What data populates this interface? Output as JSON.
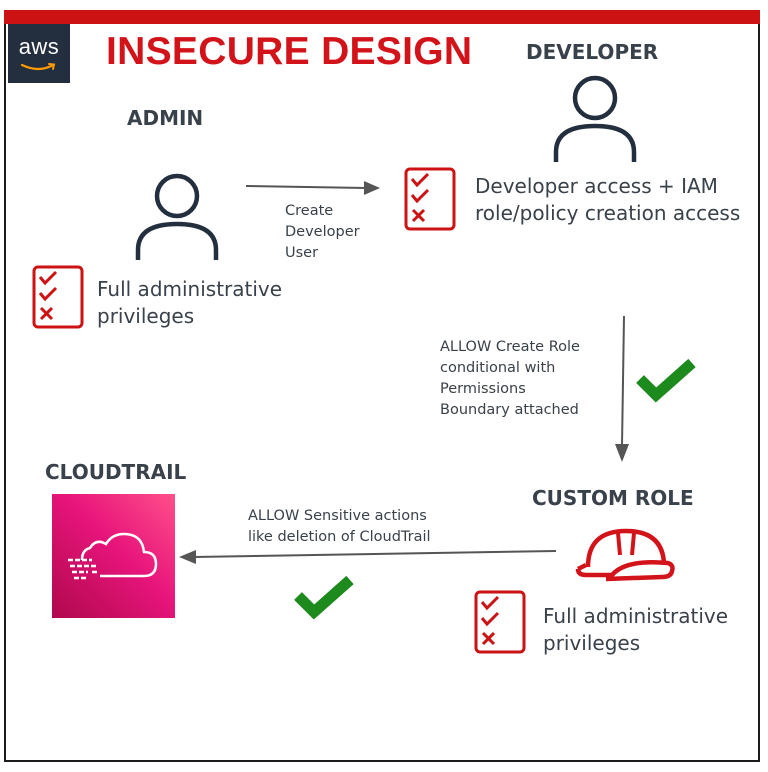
{
  "title": "INSECURE DESIGN",
  "logo": {
    "text": "aws"
  },
  "admin": {
    "heading": "ADMIN",
    "privileges": [
      "Full administrative",
      "privileges"
    ]
  },
  "developer": {
    "heading": "DEVELOPER",
    "access": [
      "Developer access + IAM",
      "role/policy creation access"
    ]
  },
  "create_user_label": [
    "Create",
    "Developer",
    "User"
  ],
  "create_role_label": [
    "ALLOW Create Role",
    "conditional with",
    "Permissions",
    "Boundary attached"
  ],
  "custom_role": {
    "heading": "CUSTOM ROLE",
    "privileges": [
      "Full administrative",
      "privileges"
    ]
  },
  "sensitive_actions_label": [
    "ALLOW Sensitive actions",
    "like deletion of CloudTrail"
  ],
  "cloudtrail": {
    "heading": "CLOUDTRAIL"
  },
  "colors": {
    "accent_red": "#d3131a",
    "check_green": "#1d8a1d",
    "text_dark": "#39414a",
    "aws_dark": "#232f3e",
    "cloudtrail_pink": "#e7157b"
  },
  "icons": [
    "user-icon",
    "checklist-icon",
    "check-icon",
    "hard-hat-icon",
    "cloudtrail-icon",
    "arrow-icon"
  ]
}
